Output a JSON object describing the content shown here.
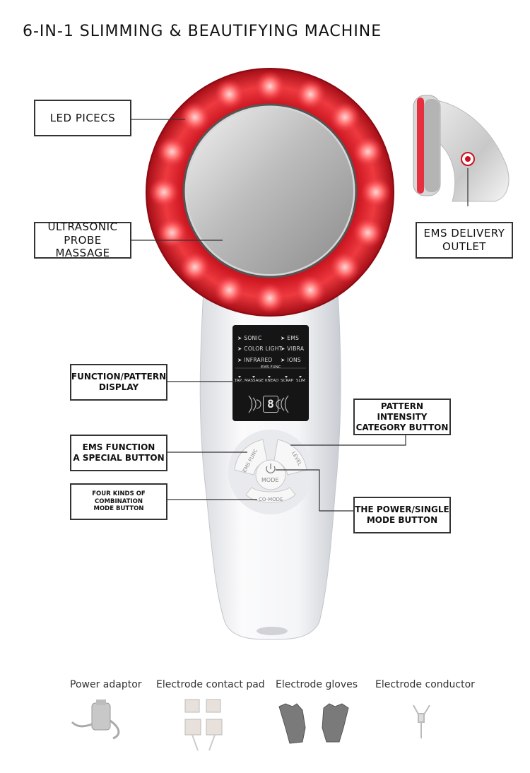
{
  "title": "6-IN-1 SLIMMING & BEAUTIFYING MACHINE",
  "callouts": {
    "led": "LED PICECS",
    "ultrasonic_1": "ULTRASONIC",
    "ultrasonic_2": "PROBE MASSAGE",
    "ems_outlet_1": "EMS DELIVERY",
    "ems_outlet_2": "OUTLET",
    "function_1": "FUNCTION/PATTERN",
    "function_2": "DISPLAY",
    "intensity_1": "PATTERN INTENSITY",
    "intensity_2": "CATEGORY BUTTON",
    "ems_func_1": "EMS FUNCTION",
    "ems_func_2": "A SPECIAL BUTTON",
    "combo_1": "FOUR KINDS OF COMBINATION",
    "combo_2": "MODE BUTTON",
    "power_1": "THE POWER/SINGLE",
    "power_2": "MODE BUTTON"
  },
  "display": {
    "left_items": [
      "SONIC",
      "COLOR LIGHT",
      "INFRARED"
    ],
    "right_items": [
      "EMS",
      "VIBRA",
      "IONS"
    ],
    "ems_func_label": "EMS FUNC",
    "sub_modes": [
      "TAP",
      "MASSAGE",
      "KNEAD",
      "SCRAP",
      "SLIM"
    ],
    "digit": "8"
  },
  "buttons": {
    "ems_func": "EMS FUNC",
    "level": "LEVEL",
    "mode": "MODE",
    "co_mode": "CO-MODE"
  },
  "accessories": [
    "Power adaptor",
    "Electrode contact pad",
    "Electrode gloves",
    "Electrode conductor"
  ],
  "colors": {
    "led_red": "#e8283a",
    "body_white": "#f4f5f7",
    "panel_black": "#151515"
  }
}
